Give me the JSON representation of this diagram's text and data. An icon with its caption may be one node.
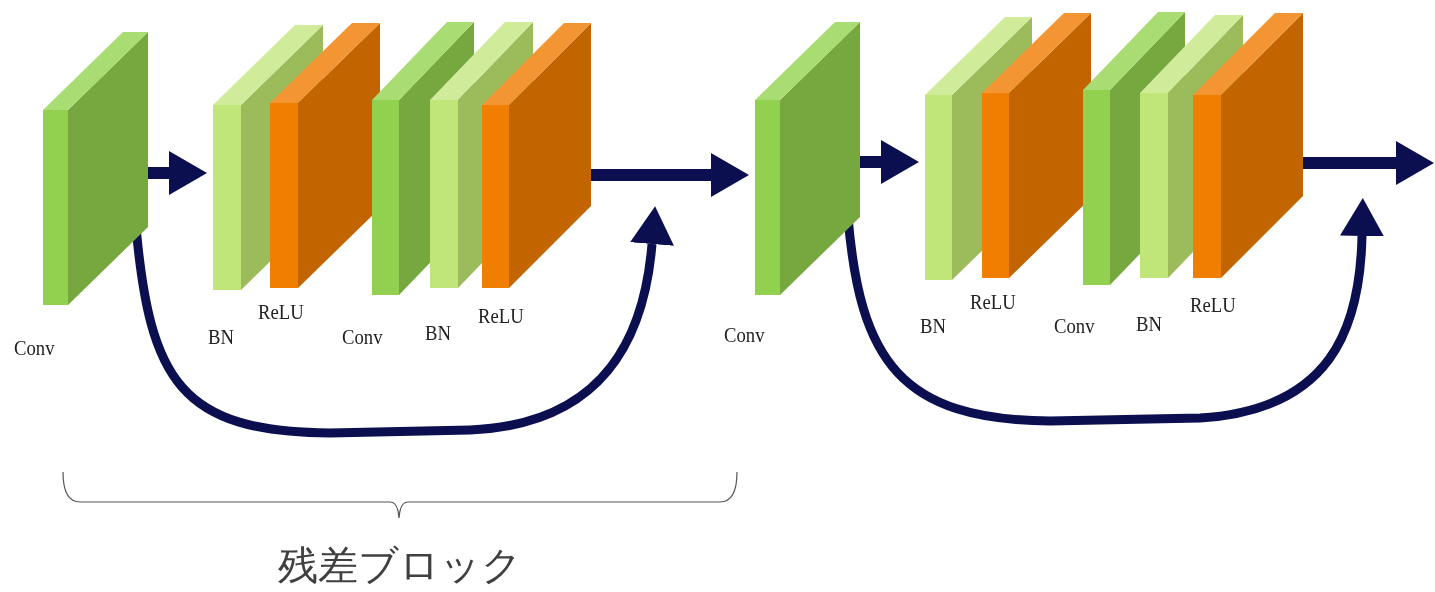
{
  "diagram": {
    "nodes": [
      {
        "text": [
          "Conv"
        ]
      },
      {
        "text": [
          "BN"
        ]
      },
      {
        "text": [
          "ReLU"
        ]
      },
      {
        "text": [
          "Conv"
        ]
      },
      {
        "text": [
          "BN"
        ]
      },
      {
        "text": [
          "ReLU"
        ]
      },
      {
        "text": [
          "Conv"
        ]
      },
      {
        "text": [
          "BN"
        ]
      },
      {
        "text": [
          "ReLU"
        ]
      },
      {
        "text": [
          "Conv"
        ]
      },
      {
        "text": [
          "BN"
        ]
      },
      {
        "text": [
          "ReLU"
        ]
      }
    ],
    "edges": [
      {
        "from": 0,
        "to": 1,
        "arrow": "to"
      },
      {
        "from": 5,
        "to": 6,
        "arrow": "to"
      },
      {
        "from": 6,
        "to": 7,
        "arrow": "to"
      },
      {
        "from": 11,
        "to": null,
        "arrow": "to"
      },
      {
        "from": 0,
        "to": null,
        "arrow": "to"
      },
      {
        "from": 6,
        "to": null,
        "arrow": "to"
      }
    ],
    "labels": [
      "残差ブロック"
    ]
  }
}
